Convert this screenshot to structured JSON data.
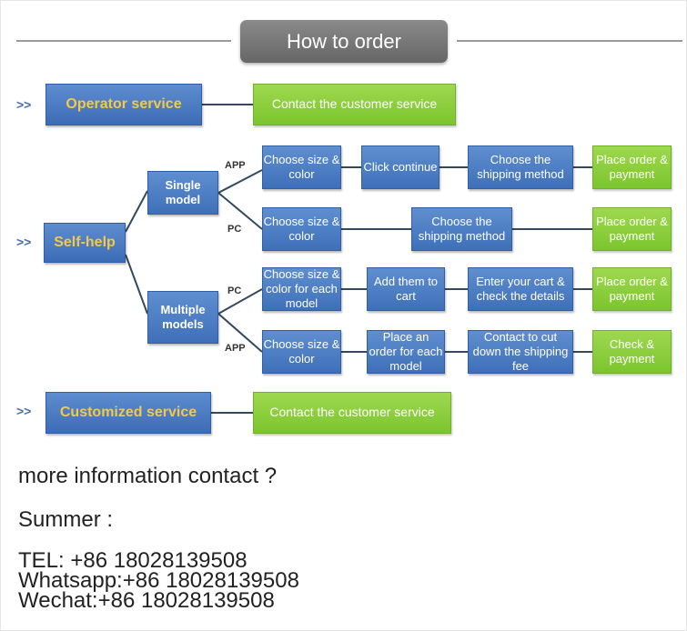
{
  "title": "How to order",
  "arrow_marker": ">>",
  "rows": {
    "operator": {
      "label": "Operator service",
      "action": "Contact  the customer service"
    },
    "self_help": {
      "label": "Self-help",
      "single_model": "Single model",
      "multiple_models": "Multiple models",
      "tag_app": "APP",
      "tag_pc": "PC",
      "single_app_steps": [
        "Choose size & color",
        "Click continue",
        "Choose the shipping method",
        "Place order & payment"
      ],
      "single_pc_steps": [
        "Choose size & color",
        "Choose the shipping method",
        "Place order & payment"
      ],
      "multi_pc_steps": [
        "Choose size & color for each model",
        "Add them to cart",
        "Enter your cart & check the details",
        "Place order & payment"
      ],
      "multi_app_steps": [
        "Choose size & color",
        "Place an order for each model",
        "Contact to cut down the shipping fee",
        "Check & payment"
      ]
    },
    "customized": {
      "label": "Customized service",
      "action": "Contact  the customer service"
    }
  },
  "contact": {
    "question": "more information contact ?",
    "name": "Summer :",
    "tel": "TEL: +86 18028139508",
    "whatsapp": "Whatsapp:+86 18028139508",
    "wechat": "Wechat:+86 18028139508"
  }
}
